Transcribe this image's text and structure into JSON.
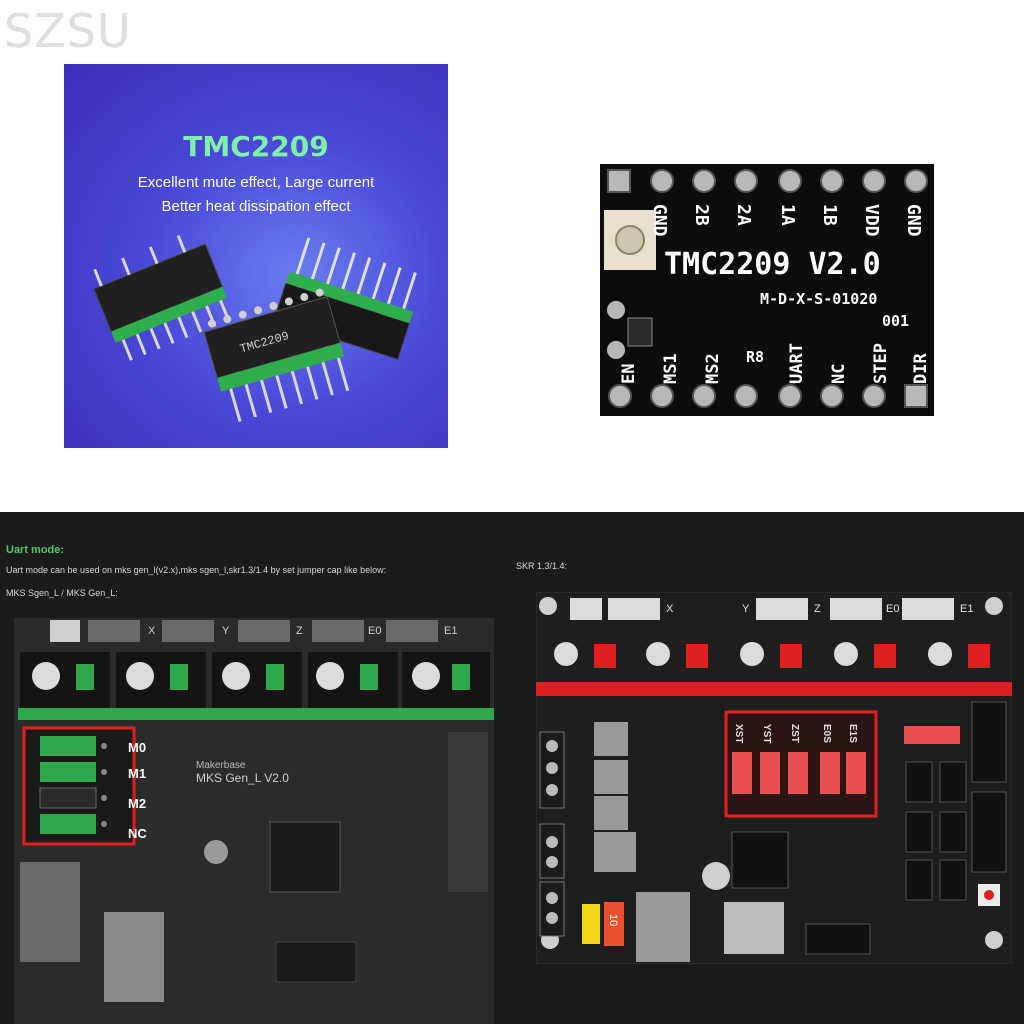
{
  "watermark": "SZSU",
  "promo": {
    "title": "TMC2209",
    "line1": "Excellent mute effect, Large current",
    "line2": "Better heat dissipation effect"
  },
  "driver_board": {
    "title": "TMC2209 V2.0",
    "code": "M-D-X-S-01020",
    "code2": "001",
    "top_pins": [
      "GND",
      "2B",
      "2A",
      "1A",
      "1B",
      "VDD",
      "GND"
    ],
    "bottom_pins": [
      "EN",
      "MS1",
      "MS2",
      "UART",
      "NC",
      "STEP",
      "DIR"
    ],
    "r8": "R8"
  },
  "uart_section": {
    "title": "Uart mode:",
    "description": "Uart mode can be used on mks gen_l(v2.x),mks sgen_l,skr1.3/1.4 by set jumper cap like below:",
    "mks_label": "MKS Sgen_L / MKS Gen_L:",
    "skr_label": "SKR 1.3/1.4:"
  },
  "mks_board": {
    "name": "MKS Gen_L V2.0",
    "brand": "Makerbase",
    "jumper_labels": [
      "M0",
      "M1",
      "M2",
      "NC"
    ],
    "axis_labels": [
      "X",
      "Y",
      "Z",
      "E0",
      "E1"
    ]
  },
  "skr_board": {
    "axis_labels": [
      "X",
      "Y",
      "Z",
      "E0",
      "E1"
    ],
    "uart_labels": [
      "XST",
      "YST",
      "ZST",
      "E0S",
      "E1S"
    ],
    "fuse_label": "10"
  },
  "colors": {
    "promo_title": "#7ff0a8",
    "uart_title": "#52c76a",
    "highlight": "#e02020",
    "jumper_green": "#2ea84a"
  }
}
